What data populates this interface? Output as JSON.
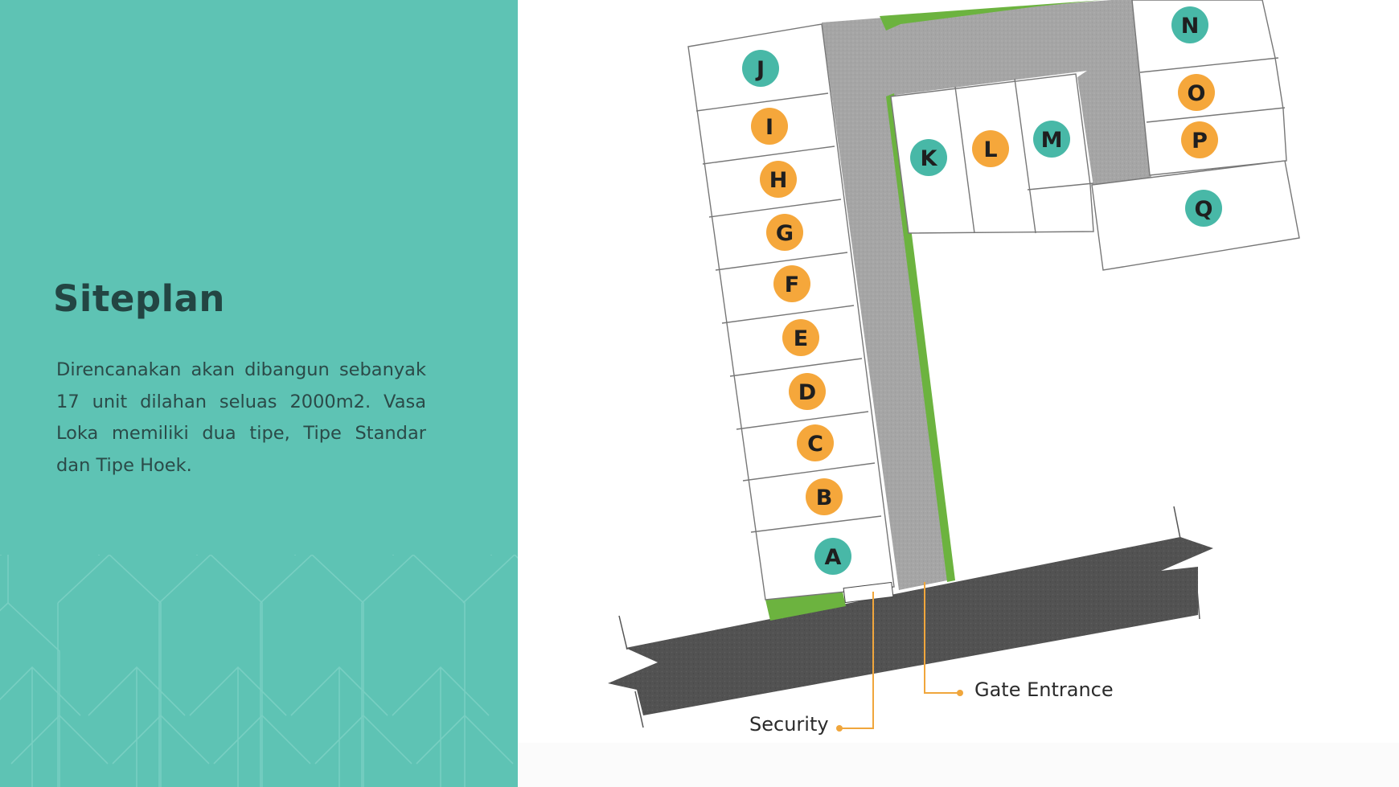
{
  "title": "Siteplan",
  "description": "Direncanakan akan dibangun sebanyak 17 unit dilahan seluas 2000m2. Vasa Loka memiliki dua tipe, Tipe Standar dan Tipe Hoek.",
  "colors": {
    "panel": "#5ec3b4",
    "marker_standard": "#f5a73b",
    "marker_hoek": "#48b8a7",
    "road": "#525252",
    "internal_road": "#a6a6a6",
    "greenery": "#6cb33f",
    "callout_line": "#f0a63c"
  },
  "units": [
    {
      "label": "A",
      "type": "hoek"
    },
    {
      "label": "B",
      "type": "standard"
    },
    {
      "label": "C",
      "type": "standard"
    },
    {
      "label": "D",
      "type": "standard"
    },
    {
      "label": "E",
      "type": "standard"
    },
    {
      "label": "F",
      "type": "standard"
    },
    {
      "label": "G",
      "type": "standard"
    },
    {
      "label": "H",
      "type": "standard"
    },
    {
      "label": "I",
      "type": "standard"
    },
    {
      "label": "J",
      "type": "hoek"
    },
    {
      "label": "K",
      "type": "hoek"
    },
    {
      "label": "L",
      "type": "standard"
    },
    {
      "label": "M",
      "type": "hoek"
    },
    {
      "label": "N",
      "type": "hoek"
    },
    {
      "label": "O",
      "type": "standard"
    },
    {
      "label": "P",
      "type": "standard"
    },
    {
      "label": "Q",
      "type": "hoek"
    }
  ],
  "callouts": {
    "security": "Security",
    "gate_entrance": "Gate Entrance"
  }
}
